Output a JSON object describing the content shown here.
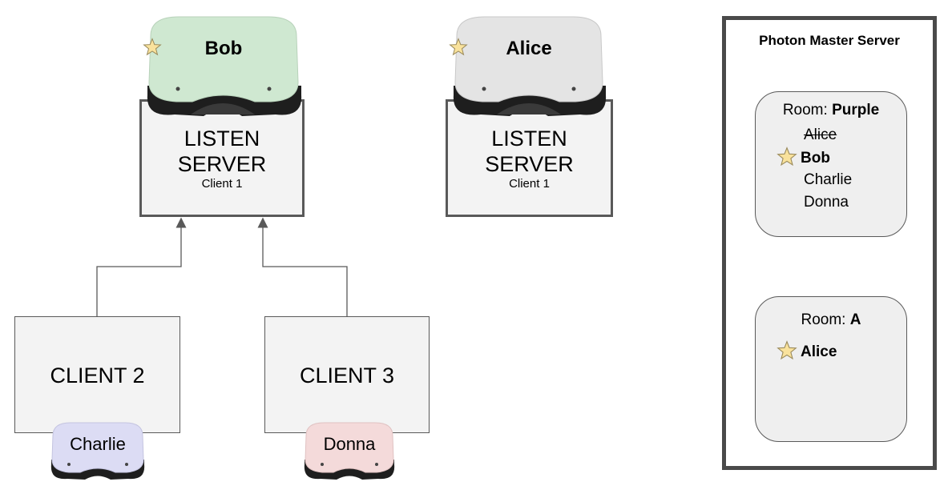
{
  "listen_server_bob": {
    "title_line1": "LISTEN",
    "title_line2": "SERVER",
    "subtitle": "Client 1",
    "headset_user": "Bob",
    "headset_color": "#cfe8d1"
  },
  "listen_server_alice": {
    "title_line1": "LISTEN",
    "title_line2": "SERVER",
    "subtitle": "Client 1",
    "headset_user": "Alice",
    "headset_color": "#e4e4e4"
  },
  "client2": {
    "label": "CLIENT 2",
    "headset_user": "Charlie",
    "headset_color": "#dcdcf4"
  },
  "client3": {
    "label": "CLIENT 3",
    "headset_user": "Donna",
    "headset_color": "#f4dada"
  },
  "master_server": {
    "title": "Photon Master Server",
    "rooms": [
      {
        "prefix": "Room: ",
        "name": "Purple",
        "members": [
          {
            "name": "Alice",
            "removed": true,
            "host": false
          },
          {
            "name": "Bob",
            "removed": false,
            "host": true
          },
          {
            "name": "Charlie",
            "removed": false,
            "host": false
          },
          {
            "name": "Donna",
            "removed": false,
            "host": false
          }
        ]
      },
      {
        "prefix": "Room: ",
        "name": "A",
        "members": [
          {
            "name": "Alice",
            "removed": false,
            "host": true
          }
        ]
      }
    ]
  },
  "colors": {
    "star_fill": "#f9e29c",
    "star_stroke": "#9a8a5a",
    "border": "#595959",
    "box_fill": "#f3f3f3",
    "arrow": "#595959"
  },
  "icons": {
    "host_marker": "star-icon"
  }
}
